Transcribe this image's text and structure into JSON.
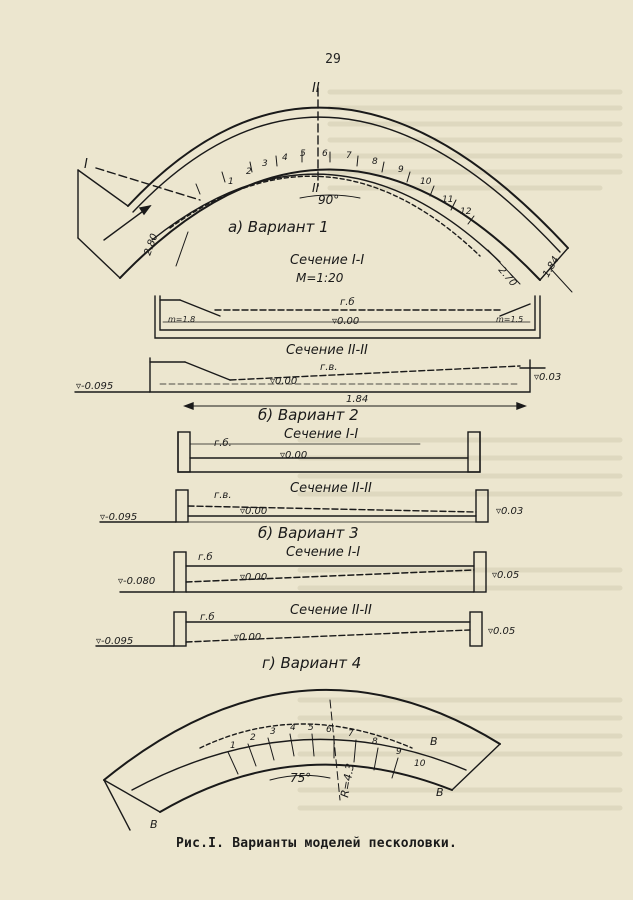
{
  "page_number": "29",
  "caption": "Рис.I. Варианты моделей песколовки.",
  "variants": {
    "v1": "а) Вариант 1",
    "v2": "б) Вариант 2",
    "v3": "б) Вариант 3",
    "v4": "г) Вариант 4"
  },
  "sections": {
    "s1": "Сечение I-I",
    "s1_scale": "М=1:20",
    "s2": "Сечение II-II",
    "s3": "Сечение I-I",
    "s4": "Сечение II-II",
    "s5": "Сечение I-I",
    "s6": "Сечение II-II"
  },
  "plan1": {
    "section_mark_top": "II",
    "section_mark_left": "I",
    "section_mark_inner": "II",
    "angle": "90°",
    "dim_left": "2.80",
    "dim_right": "2.70",
    "dim_right_outer": "1.84",
    "cell_numbers": [
      "1",
      "2",
      "3",
      "4",
      "5",
      "6",
      "7",
      "8",
      "9",
      "10",
      "11",
      "12"
    ]
  },
  "s1": {
    "level_label": "г.б",
    "zero": "▿0.00",
    "wall_left": "m=1.8",
    "wall_right": "m=1.5"
  },
  "s2": {
    "level_label": "г.в.",
    "left_mark": "▿-0.095",
    "zero": "▿0.00",
    "right_mark": "▿0.03",
    "span": "1.84"
  },
  "s3": {
    "level_label": "г.б.",
    "zero": "▿0.00"
  },
  "s4": {
    "level_label": "г.в.",
    "left_mark": "▿-0.095",
    "zero": "▿0.00",
    "right_mark": "▿0.03"
  },
  "s5": {
    "level_label": "г.б",
    "left_mark": "▿-0.080",
    "zero": "▿0.00",
    "right_mark": "▿0.05"
  },
  "s6": {
    "level_label": "г.б",
    "left_mark": "▿-0.095",
    "zero": "▿0.00",
    "right_mark": "▿0.05"
  },
  "plan4": {
    "angle": "75°",
    "radius": "R=4.3",
    "width_left": "B",
    "width_right": "B",
    "width_right2": "B",
    "cell_numbers": [
      "1",
      "2",
      "3",
      "4",
      "5",
      "6",
      "7",
      "8",
      "9",
      "10"
    ]
  },
  "colors": {
    "paper": "#ece6cf",
    "ink": "#1a1a1a"
  }
}
